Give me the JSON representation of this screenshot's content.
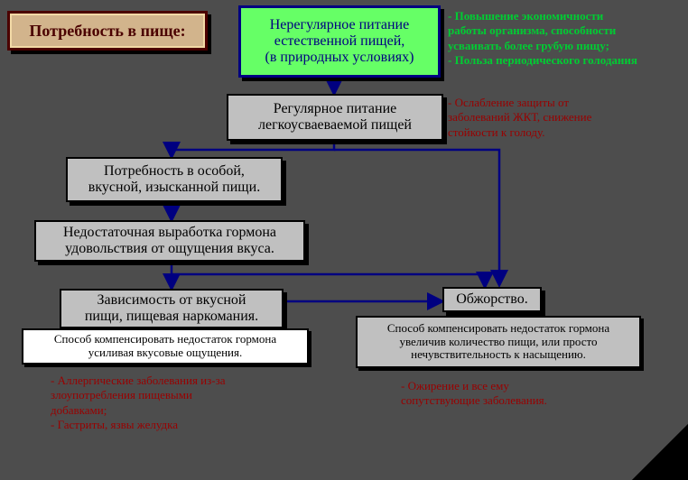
{
  "title": "Потребность в пище:",
  "nodes": {
    "irregular": "Нерегулярное питание\nестественной пищей,\n(в природных условиях)",
    "regular": "Регулярное питание\nлегкоусваеваемой пищей",
    "special_need": "Потребность в особой,\nвкусной, изысканной пищи.",
    "hormone_deficit": "Недостаточная выработка гормона\nудовольствия от ощущения вкуса.",
    "dependence": "Зависимость от вкусной\nпищи, пищевая наркомания.",
    "gluttony": "Обжорство."
  },
  "compensations": {
    "left": "Способ компенсировать недостаток гормона\nусиливая вкусовые ощущения.",
    "right": "Способ компенсировать недостаток гормона\nувеличив количество пищи, или просто\nнечувствительность к насыщению."
  },
  "notes": {
    "benefits": "- Повышение экономичности\nработы организма, способности\nусваивать более грубую пищу;\n- Польза периодического голодания",
    "protection": "- Ослабление защиты от\n  заболеваний ЖКТ, снижение\n  стойкости к голоду.",
    "allergy": "- Аллергические заболевания из-за\n   злоупотребления пищевыми\nдобавками;\n- Гастриты, язвы желудка",
    "obesity": "- Ожирение и все ему\n  сопутствующие заболевания."
  },
  "colors": {
    "background": "#4d4d4d",
    "arrow": "#000080",
    "note_green": "#00cc33",
    "note_red": "#990000"
  }
}
